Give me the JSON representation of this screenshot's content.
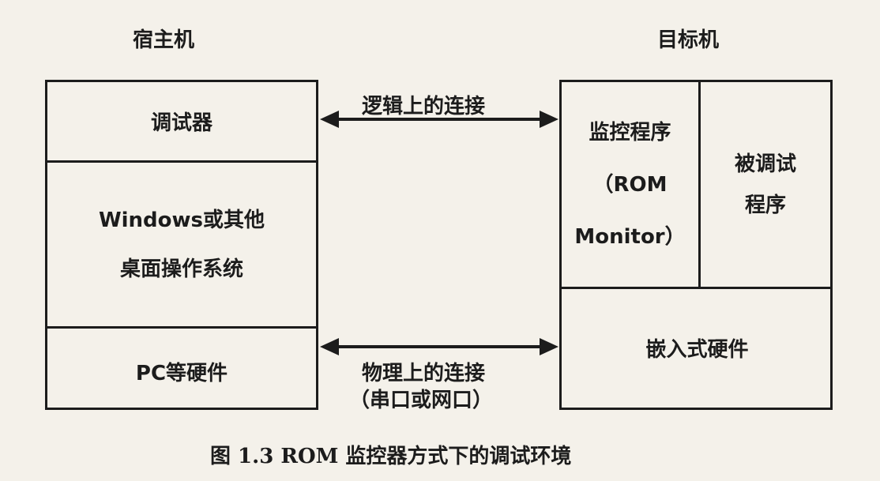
{
  "host": {
    "title": "宿主机",
    "debugger": "调试器",
    "os_line1": "Windows或其他",
    "os_line2": "桌面操作系统",
    "hardware": "PC等硬件"
  },
  "target": {
    "title": "目标机",
    "monitor_line1": "监控程序",
    "monitor_line2": "（ROM",
    "monitor_line3": "Monitor）",
    "debuggee_line1": "被调试",
    "debuggee_line2": "程序",
    "hardware": "嵌入式硬件"
  },
  "connections": {
    "logical": "逻辑上的连接",
    "physical_line1": "物理上的连接",
    "physical_line2": "（串口或网口）"
  },
  "caption": "图 1.3   ROM 监控器方式下的调试环境"
}
